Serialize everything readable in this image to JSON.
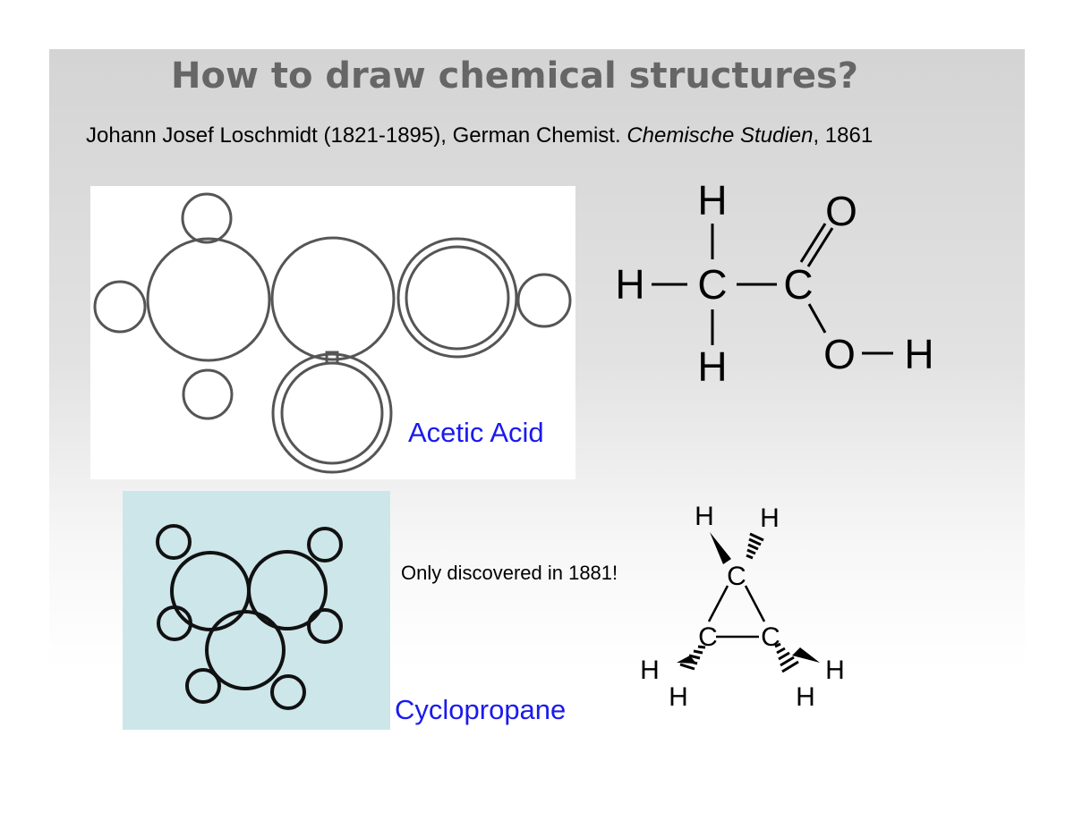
{
  "slide": {
    "title": "How to draw chemical structures?",
    "subtitle_main": "Johann Josef Loschmidt (1821-1895), German Chemist. ",
    "subtitle_italic": "Chemische Studien",
    "subtitle_end": ", 1861"
  },
  "acetic": {
    "label": "Acetic Acid",
    "atoms": {
      "h_top": "H",
      "h_left": "H",
      "c1": "C",
      "c2": "C",
      "o_double": "O",
      "h_bottom": "H",
      "o_single": "O",
      "h_right": "H"
    }
  },
  "cyclopropane": {
    "label": "Cyclopropane",
    "note": "Only discovered in 1881!",
    "atoms": {
      "c_top": "C",
      "c_left": "C",
      "c_right": "C",
      "h_top_left": "H",
      "h_top_right": "H",
      "h_left_outer": "H",
      "h_left_lower": "H",
      "h_right_outer": "H",
      "h_right_lower": "H"
    }
  },
  "colors": {
    "label_blue": "#1a1aee",
    "title_grey": "#666666",
    "cyclo_bg": "#cde6ea"
  }
}
